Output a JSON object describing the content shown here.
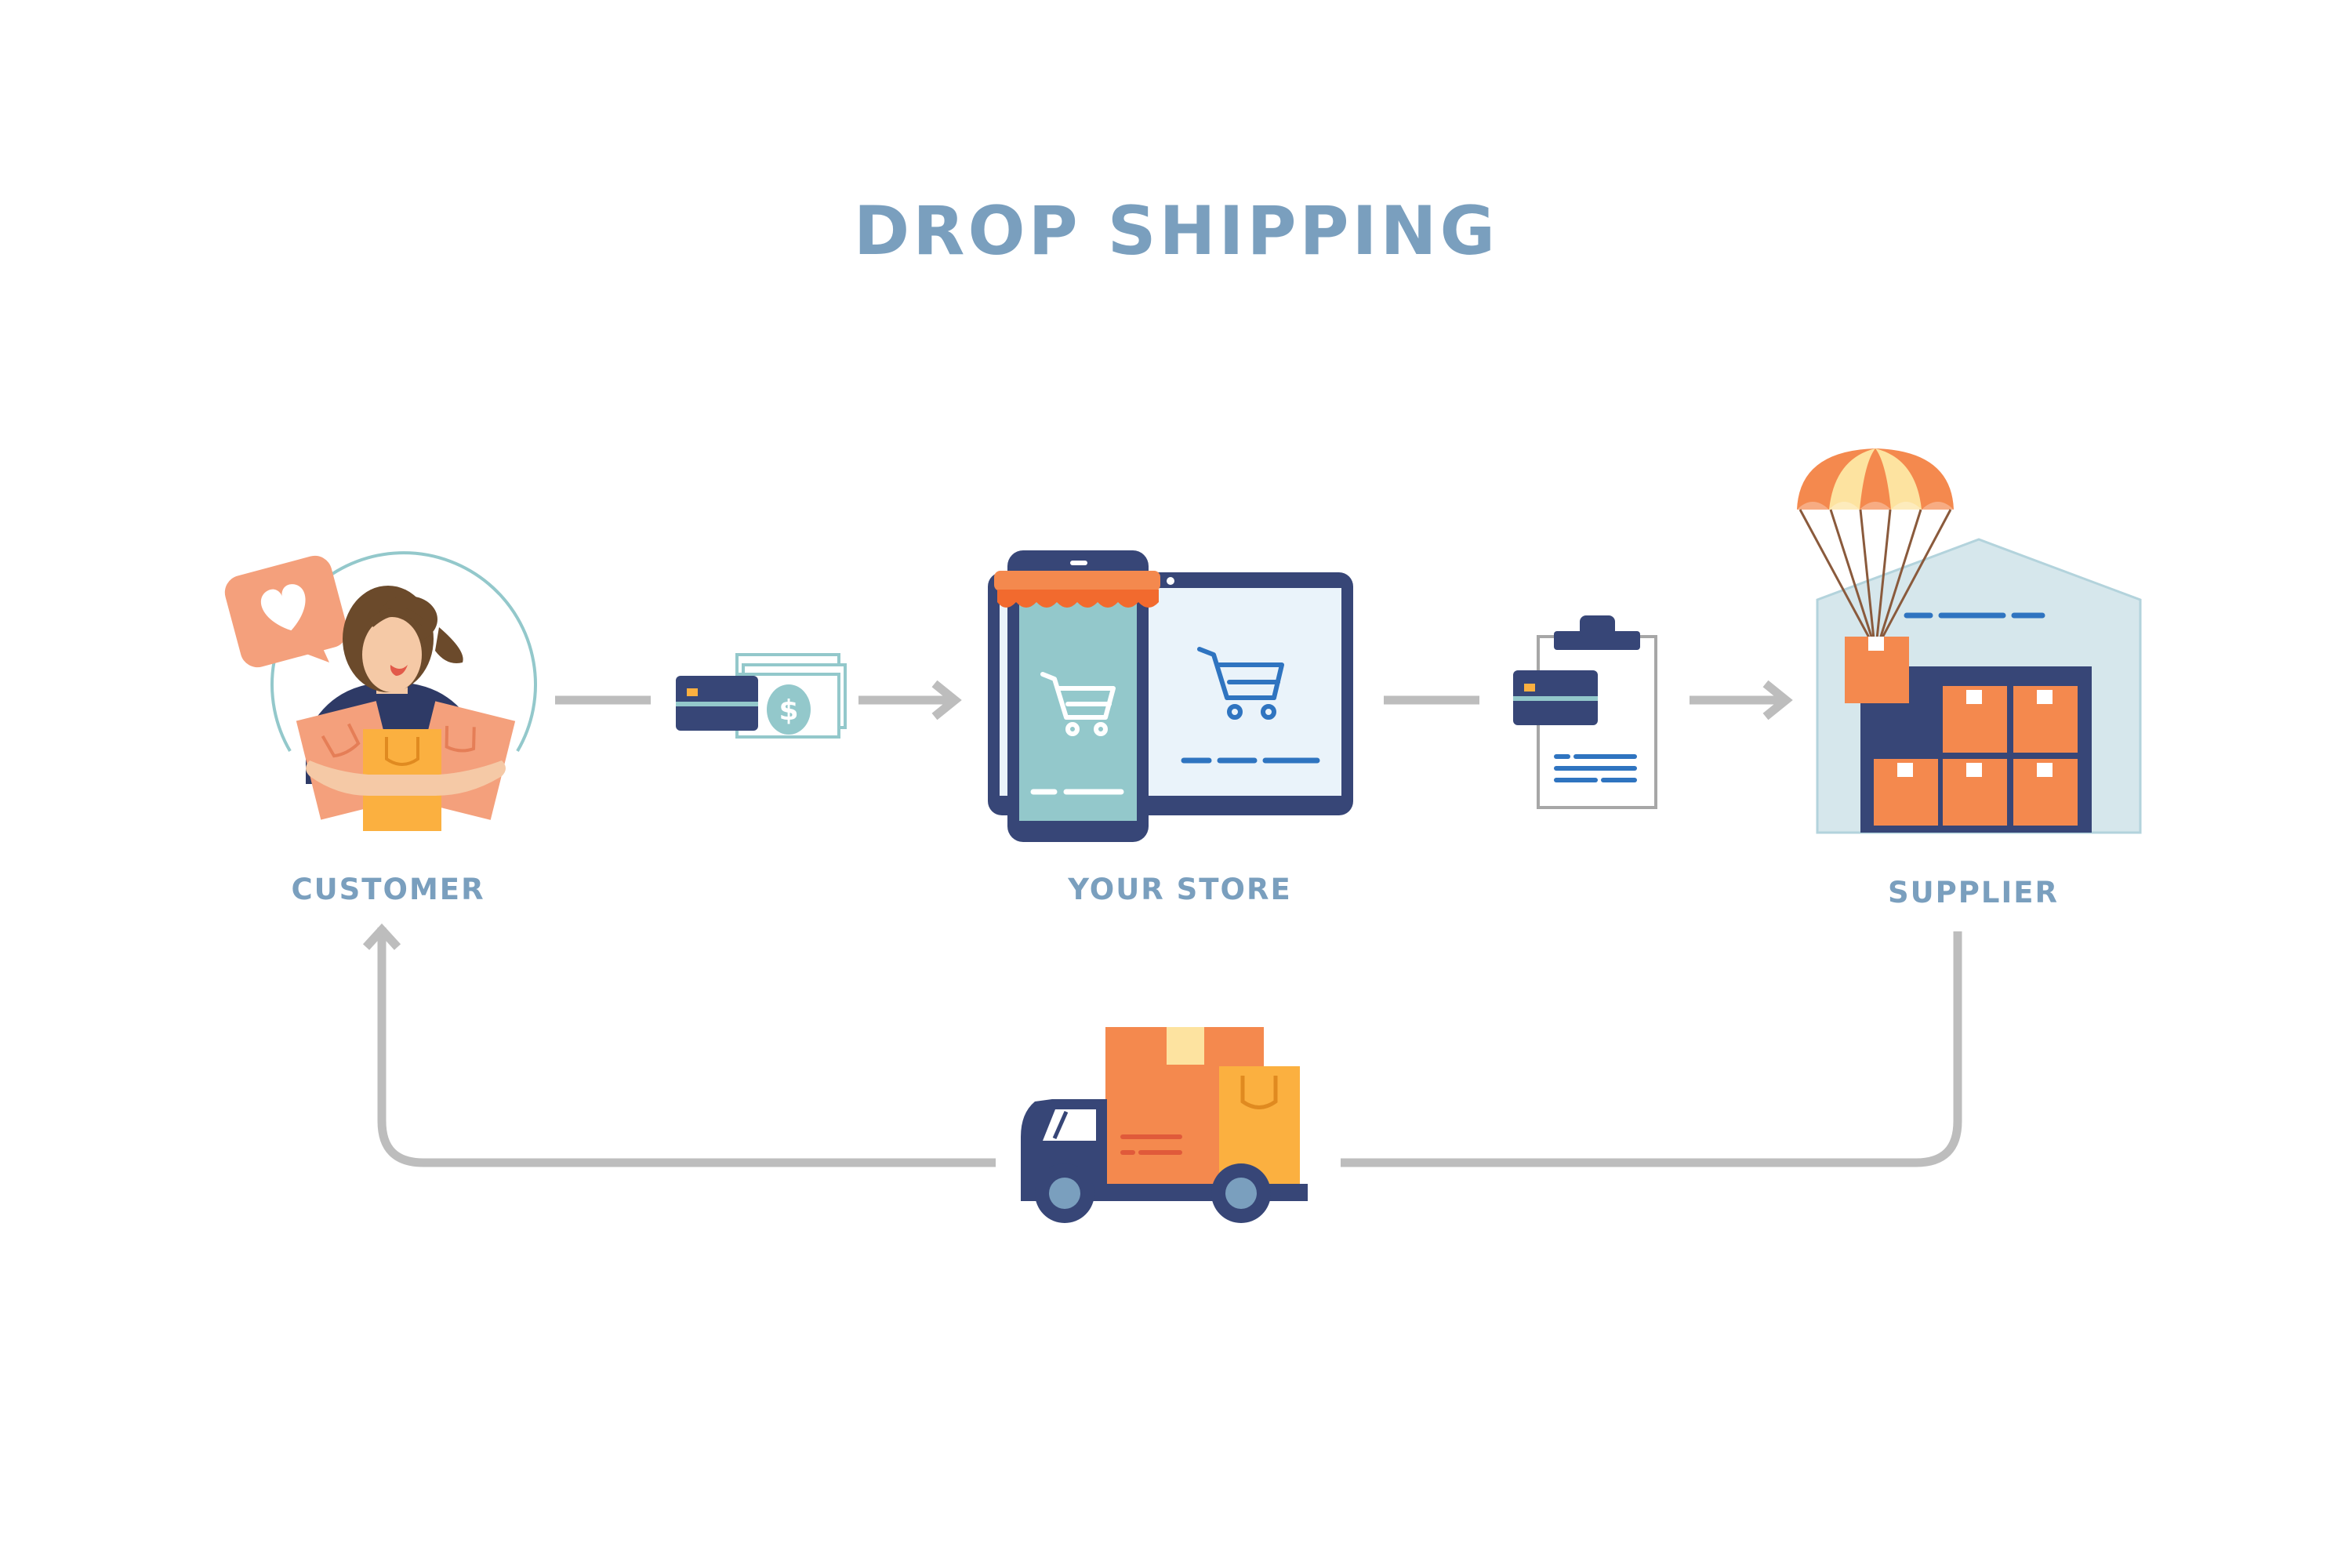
{
  "title": "DROP SHIPPING",
  "nodes": {
    "customer": "CUSTOMER",
    "store": "YOUR STORE",
    "supplier": "SUPPLIER"
  },
  "colors": {
    "title": "#7a9fbe",
    "navy": "#374677",
    "orange": "#f4894e",
    "yellow": "#fbb040",
    "teal": "#93c8cb",
    "light_blue": "#eaf3fa",
    "arrow_gray": "#bdbdbd"
  },
  "icons": [
    "heart-bubble-icon",
    "payment-icon",
    "shopping-cart-icon",
    "order-clipboard-icon",
    "parachute-icon",
    "warehouse-icon",
    "delivery-truck-icon"
  ]
}
